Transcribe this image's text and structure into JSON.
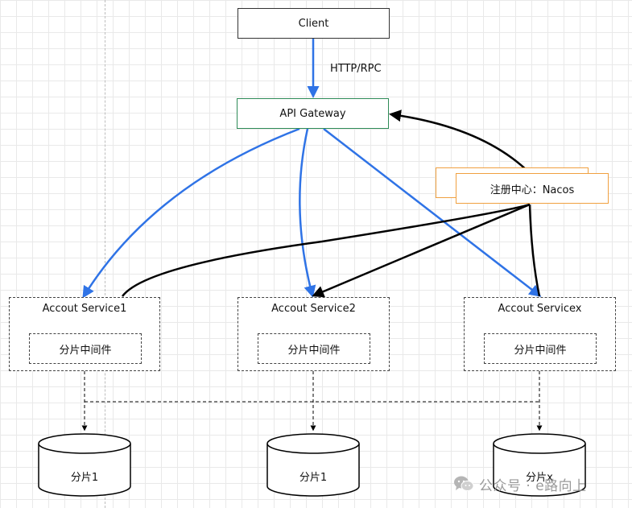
{
  "nodes": {
    "client": "Client",
    "gateway": "API Gateway",
    "registry": "注册中心：Nacos",
    "services": [
      {
        "title": "Accout Service1",
        "middleware": "分片中间件"
      },
      {
        "title": "Accout Service2",
        "middleware": "分片中间件"
      },
      {
        "title": "Accout Servicex",
        "middleware": "分片中间件"
      }
    ],
    "shards": [
      "分片1",
      "分片1",
      "分片x"
    ]
  },
  "edges": {
    "client_to_gateway_label": "HTTP/RPC"
  },
  "colors": {
    "request_arrow": "#2f73e6",
    "registry_arrow": "#000000",
    "gateway_border": "#2e8b57",
    "registry_border": "#f0a040"
  },
  "watermark": {
    "icon": "wechat-icon",
    "text": "公众号 · e路向上"
  }
}
